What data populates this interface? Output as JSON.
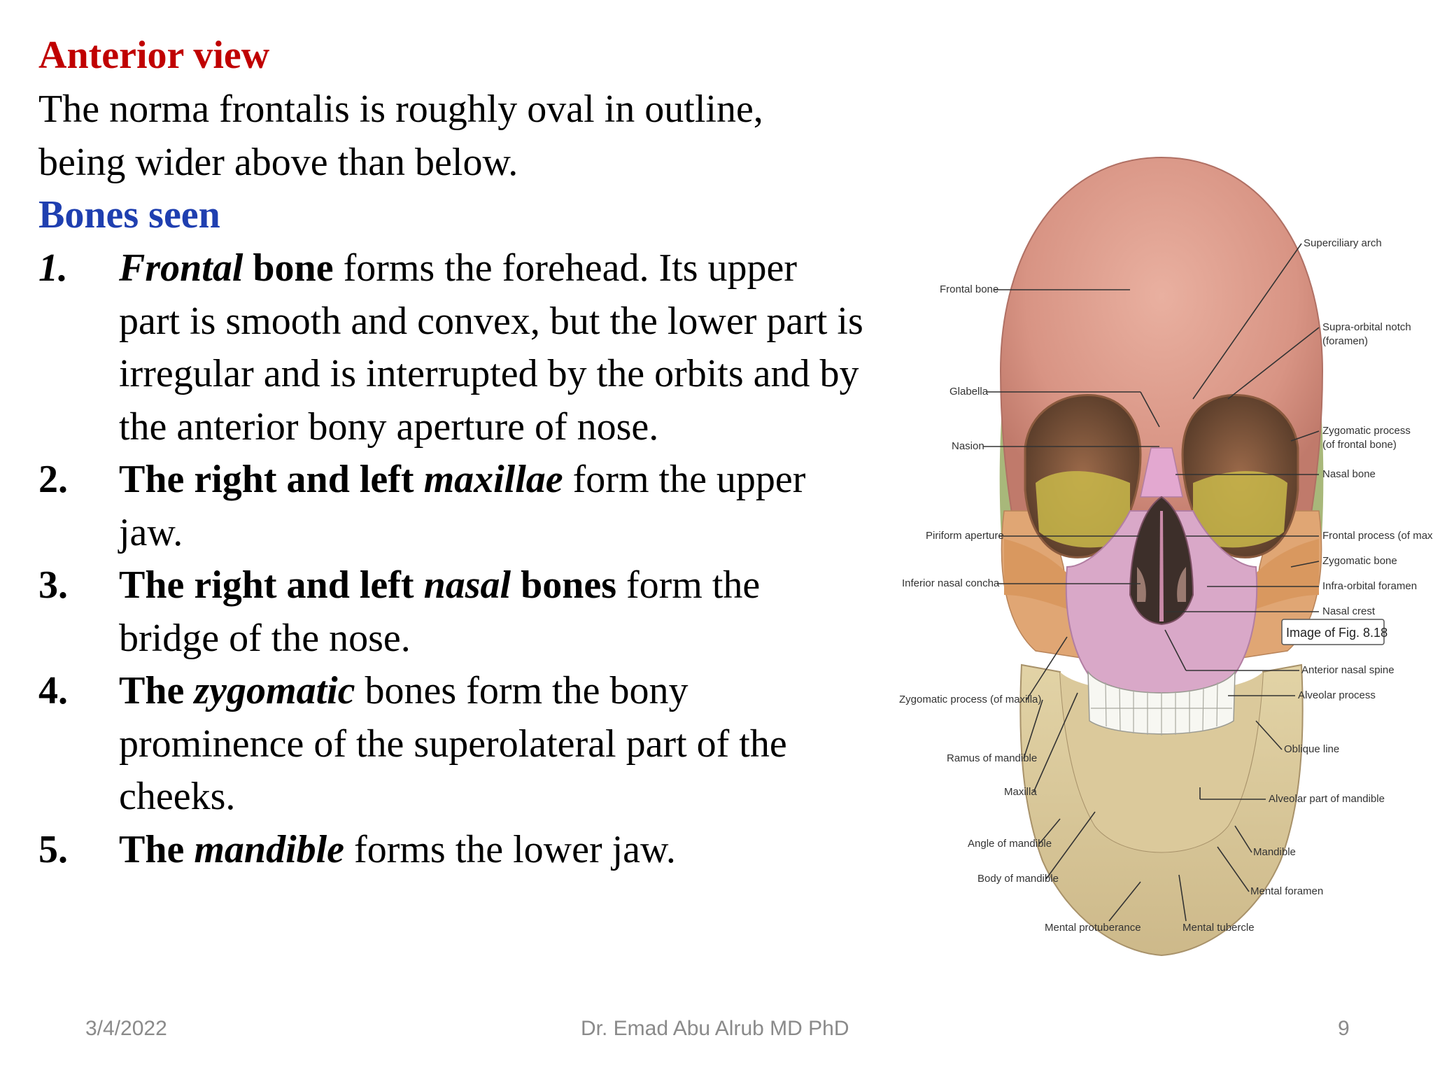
{
  "colors": {
    "heading_red": "#c00000",
    "heading_blue": "#1f3fb0",
    "footer_gray": "#8a8a8a"
  },
  "slide": {
    "heading_anterior": "Anterior view",
    "intro": "The norma frontalis is roughly oval in outline, being wider above than below.",
    "heading_bones": "Bones seen",
    "items": [
      {
        "number": "1.",
        "term": "Frontal",
        "term_after": " bone",
        "text_after": " forms the forehead. Its upper part is smooth and convex, but the lower part is irregular and is interrupted by the orbits and by the anterior bony aperture of nose."
      },
      {
        "number": "2.",
        "lead": "The right and left ",
        "term": "maxillae",
        "text_after": " form the upper jaw."
      },
      {
        "number": "3.",
        "lead": "The right and left ",
        "term": "nasal",
        "term_after": " bones",
        "text_after": " form the bridge of the nose."
      },
      {
        "number": "4.",
        "lead": "The ",
        "term": "zygomatic",
        "text_after": " bones form the bony prominence of the superolateral part of the cheeks."
      },
      {
        "number": "5.",
        "lead": "The ",
        "term": "mandible",
        "text_after": " forms the lower jaw."
      }
    ]
  },
  "footer": {
    "date": "3/4/2022",
    "author": "Dr. Emad Abu Alrub MD PhD",
    "page": "9"
  },
  "figure": {
    "labels_left": [
      "Frontal bone",
      "Glabella",
      "Nasion",
      "Piriform aperture",
      "Inferior nasal concha",
      "Zygomatic process (of maxilla)",
      "Ramus of mandible",
      "Maxilla",
      "Angle of mandible",
      "Body of mandible"
    ],
    "labels_right": [
      "Superciliary arch",
      "Supra-orbital notch",
      "(foramen)",
      "Zygomatic process",
      "(of frontal bone)",
      "Nasal bone",
      "Frontal process (of maxilla)",
      "Zygomatic bone",
      "Infra-orbital foramen",
      "Nasal crest",
      "Anterior nasal spine",
      "Alveolar process",
      "Oblique line",
      "Alveolar part of mandible",
      "Mandible",
      "Mental foramen"
    ],
    "labels_bottom": [
      "Mental protuberance",
      "Mental tubercle"
    ],
    "caption": "Image of Fig. 8.18"
  }
}
